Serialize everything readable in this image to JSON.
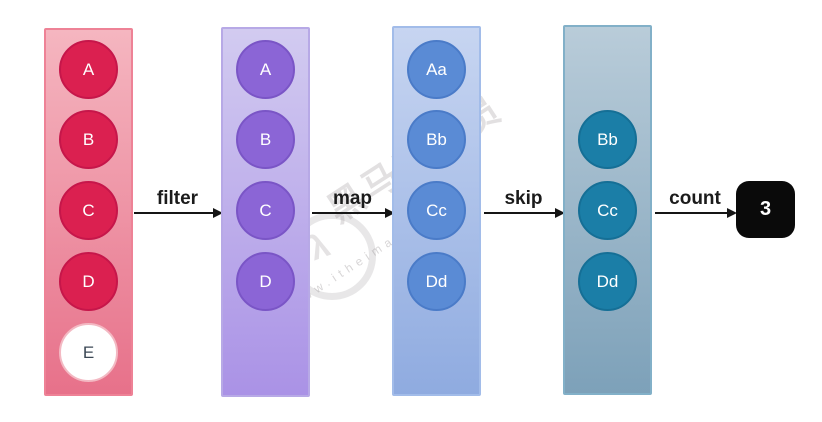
{
  "stages": [
    {
      "name": "source-list",
      "items": [
        {
          "label": "A"
        },
        {
          "label": "B"
        },
        {
          "label": "C"
        },
        {
          "label": "D"
        },
        {
          "label": "E",
          "variant": "empty"
        }
      ],
      "colors": {
        "top": "#f5b6c0",
        "bottom": "#e7718a",
        "border": "#ee8296",
        "circle": "#db2050",
        "circle_border": "#c6164a",
        "circle_text": "#ffffff",
        "empty_circle": "#ffffff",
        "empty_border": "#f3b9c3",
        "empty_text": "#3b4754"
      }
    },
    {
      "name": "after-filter",
      "items": [
        {
          "label": "A"
        },
        {
          "label": "B"
        },
        {
          "label": "C"
        },
        {
          "label": "D"
        }
      ],
      "colors": {
        "top": "#d2cbf0",
        "bottom": "#aa92e6",
        "border": "#b7a9e6",
        "circle": "#8b65d6",
        "circle_border": "#7a55c6",
        "circle_text": "#ffffff"
      }
    },
    {
      "name": "after-map",
      "items": [
        {
          "label": "Aa"
        },
        {
          "label": "Bb"
        },
        {
          "label": "Cc"
        },
        {
          "label": "Dd"
        }
      ],
      "colors": {
        "top": "#c7d5f1",
        "bottom": "#8fabe0",
        "border": "#a2bce9",
        "circle": "#5a8bd5",
        "circle_border": "#4a7bc8",
        "circle_text": "#ffffff"
      }
    },
    {
      "name": "after-skip",
      "items": [
        {
          "label": "Bb"
        },
        {
          "label": "Cc"
        },
        {
          "label": "Dd"
        }
      ],
      "colors": {
        "top": "#b9ccd9",
        "bottom": "#7da1b9",
        "border": "#82b0c8",
        "circle": "#1b7ea7",
        "circle_border": "#156f96",
        "circle_text": "#ffffff"
      }
    }
  ],
  "operations": [
    {
      "label": "filter"
    },
    {
      "label": "map"
    },
    {
      "label": "skip"
    },
    {
      "label": "count"
    }
  ],
  "result": {
    "value": "3",
    "bg": "#0a0a0a",
    "text": "#ffffff"
  },
  "watermark": {
    "brand": "黑马程序员",
    "url": "www.itheima.com",
    "glyph": "λ"
  }
}
